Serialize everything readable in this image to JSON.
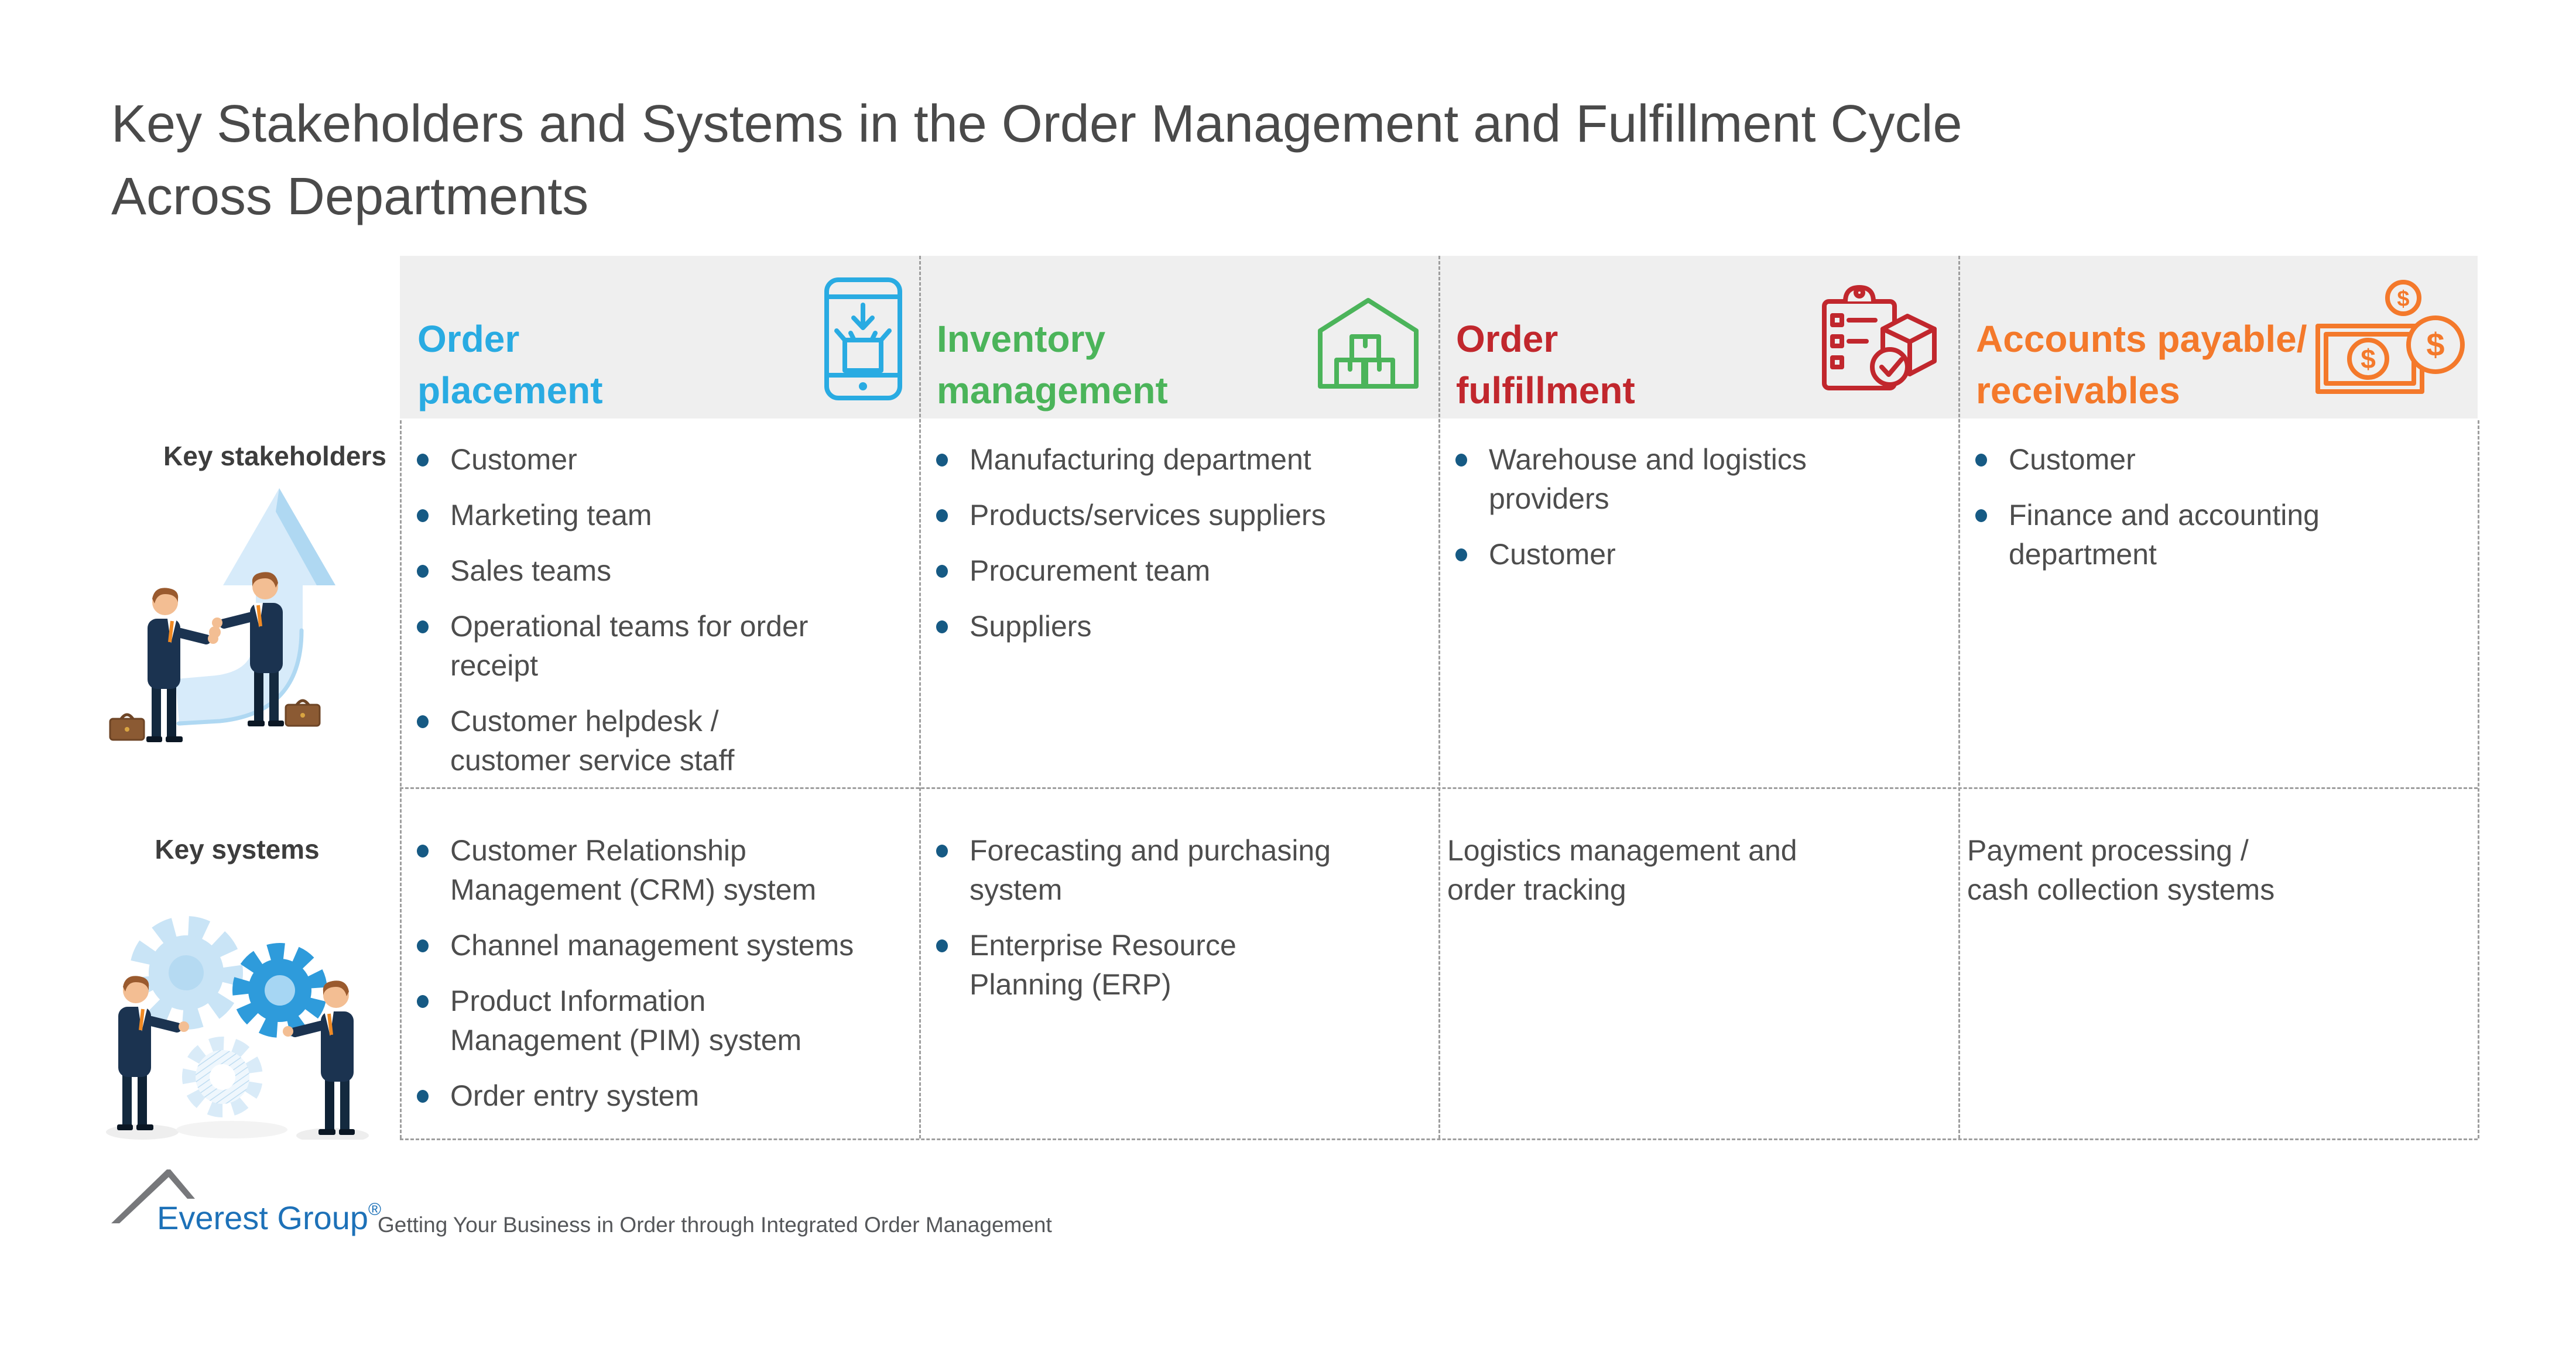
{
  "title": "Key Stakeholders and Systems in the Order Management and Fulfillment Cycle\nAcross Departments",
  "rows": {
    "stakeholders_label": "Key stakeholders",
    "systems_label": "Key systems"
  },
  "columns": [
    {
      "header": "Order\nplacement",
      "header_color": "#29ABE2",
      "icon": "phone-order-icon",
      "stakeholders": [
        "Customer",
        "Marketing team",
        "Sales teams",
        "Operational teams for order\nreceipt",
        "Customer helpdesk /\ncustomer service staff"
      ],
      "systems": [
        "Customer Relationship\nManagement (CRM) system",
        "Channel management systems",
        "Product Information\nManagement (PIM) system",
        "Order entry system"
      ]
    },
    {
      "header": "Inventory\nmanagement",
      "header_color": "#4BB45A",
      "icon": "warehouse-icon",
      "stakeholders": [
        "Manufacturing department",
        "Products/services suppliers",
        "Procurement team",
        "Suppliers"
      ],
      "systems": [
        "Forecasting and purchasing\nsystem",
        "Enterprise Resource\nPlanning (ERP)"
      ]
    },
    {
      "header": "Order\nfulfillment",
      "header_color": "#C1272D",
      "icon": "fulfillment-checklist-icon",
      "stakeholders": [
        "Warehouse and logistics\nproviders",
        "Customer"
      ],
      "systems_plain": "Logistics management and\norder tracking"
    },
    {
      "header": "Accounts payable/\nreceivables",
      "header_color": "#F4792B",
      "icon": "money-icon",
      "stakeholders": [
        "Customer",
        "Finance and accounting\ndepartment"
      ],
      "systems_plain": "Payment processing /\ncash collection systems"
    }
  ],
  "footer": {
    "brand": "Everest Group",
    "registered": "®",
    "tagline": "Getting Your Business in Order through Integrated Order Management"
  },
  "colors": {
    "order_placement_blue": "#29ABE2",
    "inventory_green": "#4BB45A",
    "fulfillment_red": "#C1272D",
    "accounts_orange": "#F4792B",
    "bullet_navy": "#165A84",
    "header_band_gray": "#EFEFEF",
    "body_text": "#4D4D4D",
    "brand_blue": "#1D71B8"
  }
}
